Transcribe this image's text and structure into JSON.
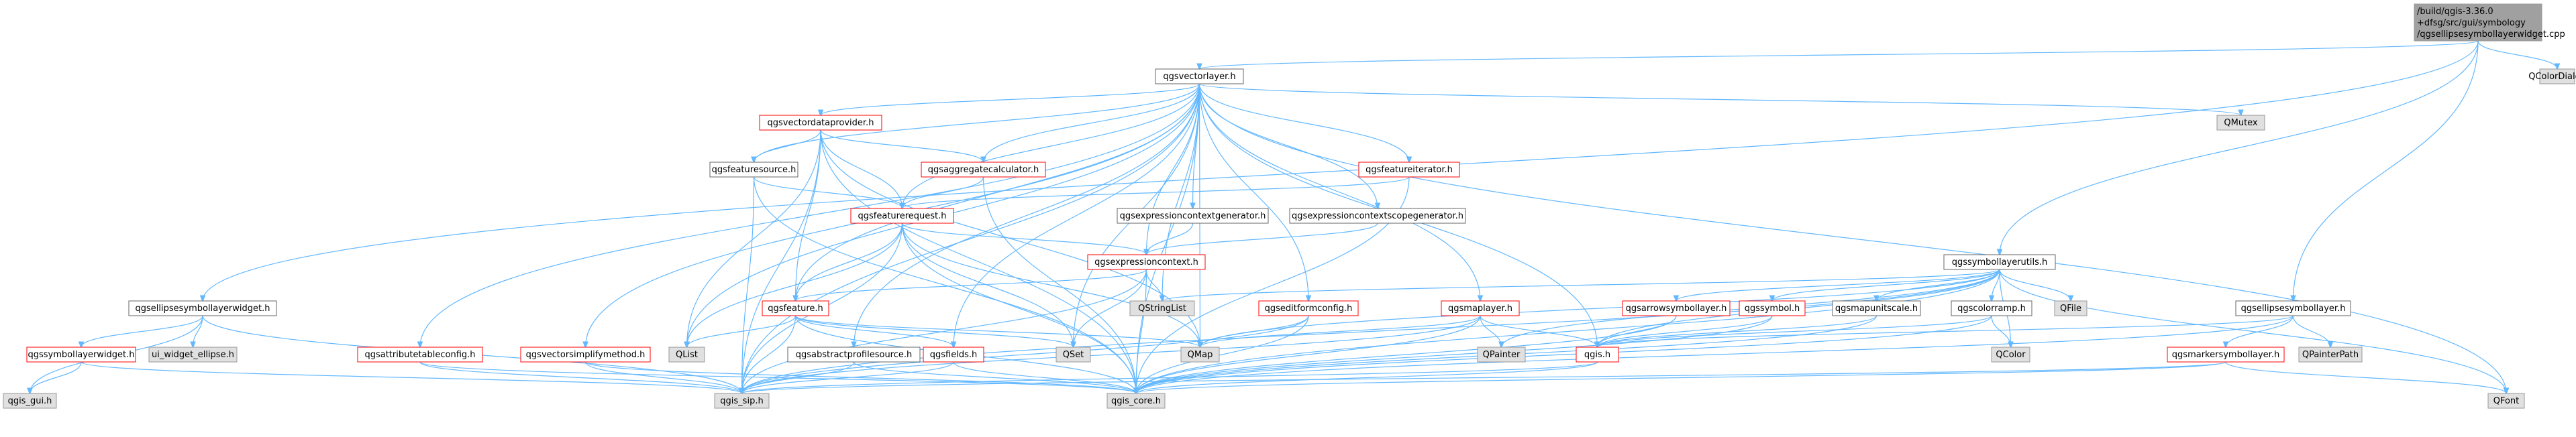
{
  "colors": {
    "edge": "#63b8ff",
    "node_border_default": "#666666",
    "node_fill_default": "#ffffff",
    "node_border_red": "#ff0000",
    "node_fill_gray": "#e0e0e0",
    "root_fill": "#a0a0a0",
    "root_border": "#999999"
  },
  "nodes": {
    "root": [
      "/build/qgis-3.36.0",
      "+dfsg/src/gui/symbology",
      "/qgsellipsesymbollayerwidget.cpp"
    ],
    "qgsvectorlayer_h": "qgsvectorlayer.h",
    "qcolordialog": "QColorDialog",
    "qmutex": "QMutex",
    "qgsvectordataprovider_h": "qgsvectordataprovider.h",
    "qgsfeaturesource_h": "qgsfeaturesource.h",
    "qgsaggregatecalculator_h": "qgsaggregatecalculator.h",
    "qgsfeatureiterator_h": "qgsfeatureiterator.h",
    "qgsfeaturerequest_h": "qgsfeaturerequest.h",
    "qgsexpressioncontextgenerator_h": "qgsexpressioncontextgenerator.h",
    "qgsexpressioncontextscopegenerator_h": "qgsexpressioncontextscopegenerator.h",
    "qgsexpressioncontext_h": "qgsexpressioncontext.h",
    "qgssymbollayerutils_h": "qgssymbollayerutils.h",
    "qgsellipsesymbollayerwidget_h": "qgsellipsesymbollayerwidget.h",
    "qgssymbollayerwidget_h": "qgssymbollayerwidget.h",
    "ui_widget_ellipse_h": "ui_widget_ellipse.h",
    "qgis_gui_h": "qgis_gui.h",
    "qgsattributetableconfig_h": "qgsattributetableconfig.h",
    "qgsvectorsimplifymethod_h": "qgsvectorsimplifymethod.h",
    "qlist": "QList",
    "qgsfeature_h": "qgsfeature.h",
    "qgsabstractprofilesource_h": "qgsabstractprofilesource.h",
    "qgsfields_h": "qgsfields.h",
    "qset": "QSet",
    "qmap": "QMap",
    "qstringlist": "QStringList",
    "qgseditformconfig_h": "qgseditformconfig.h",
    "qgsmaplayer_h": "qgsmaplayer.h",
    "qgsarrowsymbollayer_h": "qgsarrowsymbollayer.h",
    "qgssymbol_h": "qgssymbol.h",
    "qgsmapunitscale_h": "qgsmapunitscale.h",
    "qgscolorramp_h": "qgscolorramp.h",
    "qfile": "QFile",
    "qgsellipsesymbollayer_h": "qgsellipsesymbollayer.h",
    "qpainter": "QPainter",
    "qgis_h": "qgis.h",
    "qcolor": "QColor",
    "qgsmarkersymbollayer_h": "qgsmarkersymbollayer.h",
    "qpainterpath": "QPainterPath",
    "qgis_sip_h": "qgis_sip.h",
    "qgis_core_h": "qgis_core.h",
    "qfont": "QFont"
  }
}
